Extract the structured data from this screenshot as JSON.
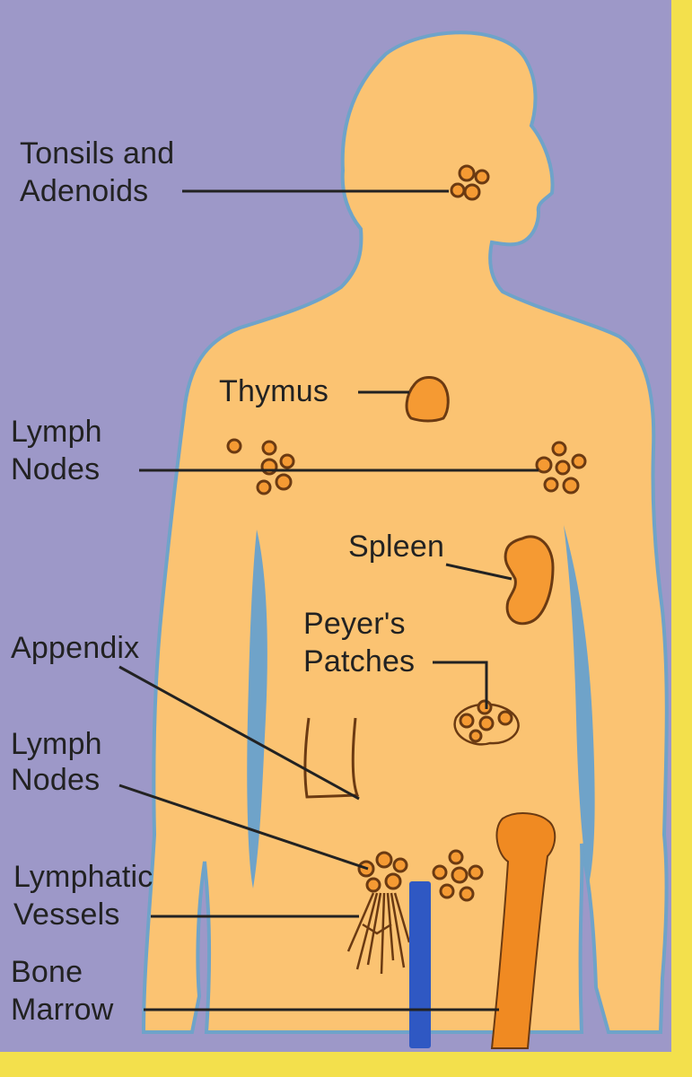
{
  "colors": {
    "background": "#9d98c8",
    "body": "#fbc372",
    "body_edge": "#6fa3c9",
    "organ": "#f59a33",
    "organ_outline": "#6b3a12",
    "vessel_blue": "#2f58c3",
    "bone": "#f08a22",
    "border": "#f3e04c",
    "leader_line": "#222222"
  },
  "labels": {
    "tonsils_line1": "Tonsils and",
    "tonsils_line2": "Adenoids",
    "thymus": "Thymus",
    "lymph_nodes_upper_line1": "Lymph",
    "lymph_nodes_upper_line2": "Nodes",
    "spleen": "Spleen",
    "peyers_line1": "Peyer's",
    "peyers_line2": "Patches",
    "appendix": "Appendix",
    "lymph_nodes_lower_line1": "Lymph",
    "lymph_nodes_lower_line2": "Nodes",
    "lymphatic_line1": "Lymphatic",
    "lymphatic_line2": "Vessels",
    "bone_marrow_line1": "Bone",
    "bone_marrow_line2": "Marrow"
  }
}
